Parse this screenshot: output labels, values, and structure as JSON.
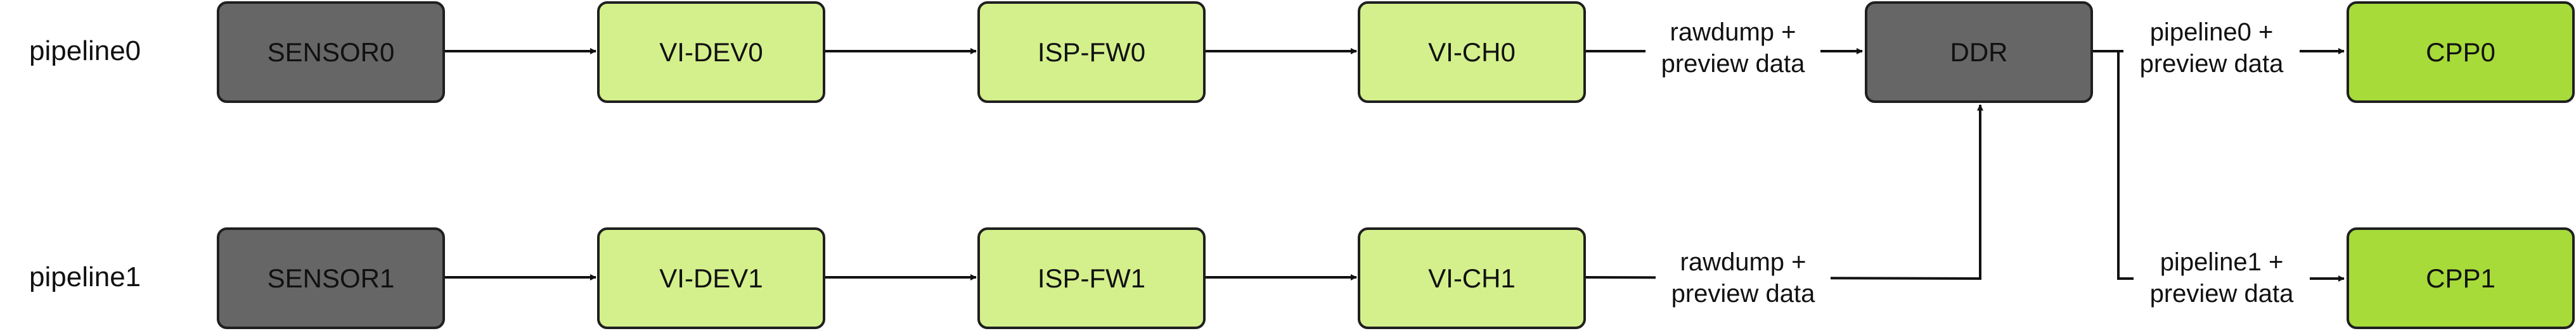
{
  "rows": {
    "pipeline0_label": "pipeline0",
    "pipeline1_label": "pipeline1"
  },
  "nodes": {
    "sensor0": "SENSOR0",
    "vi_dev0": "VI-DEV0",
    "isp_fw0": "ISP-FW0",
    "vi_ch0": "VI-CH0",
    "ddr": "DDR",
    "cpp0": "CPP0",
    "sensor1": "SENSOR1",
    "vi_dev1": "VI-DEV1",
    "isp_fw1": "ISP-FW1",
    "vi_ch1": "VI-CH1",
    "cpp1": "CPP1"
  },
  "edges": {
    "vi_ch0_to_ddr": {
      "line1": "rawdump +",
      "line2": "preview data"
    },
    "vi_ch1_to_ddr": {
      "line1": "rawdump +",
      "line2": "preview data"
    },
    "ddr_to_cpp0": {
      "line1": "pipeline0 +",
      "line2": "preview data"
    },
    "ddr_to_cpp1": {
      "line1": "pipeline1 +",
      "line2": "preview data"
    }
  },
  "colors": {
    "sensor_fill": "#666666",
    "ddr_fill": "#666666",
    "stage_fill": "#d4f08c",
    "cpp_fill": "#a6db3a",
    "line": "#111111"
  }
}
